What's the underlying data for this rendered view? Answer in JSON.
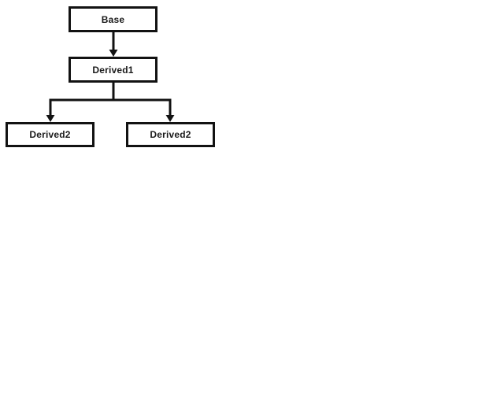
{
  "diagram": {
    "title": "class-inheritance-diagram",
    "background_color": "#ffffff",
    "box_fill_color": "#ffffff",
    "box_border_color": "#121212",
    "line_color": "#121212",
    "text_color": "#1a1a1a",
    "nodes": [
      {
        "id": "base",
        "label": "Base"
      },
      {
        "id": "derived1",
        "label": "Derived1"
      },
      {
        "id": "derived2-left",
        "label": "Derived2"
      },
      {
        "id": "derived2-right",
        "label": "Derived2"
      }
    ],
    "edges": [
      {
        "from": "base",
        "to": "derived1",
        "type": "arrow-down"
      },
      {
        "from": "derived1",
        "to": "derived2-left",
        "type": "arrow-down-branch"
      },
      {
        "from": "derived1",
        "to": "derived2-right",
        "type": "arrow-down-branch"
      }
    ]
  }
}
